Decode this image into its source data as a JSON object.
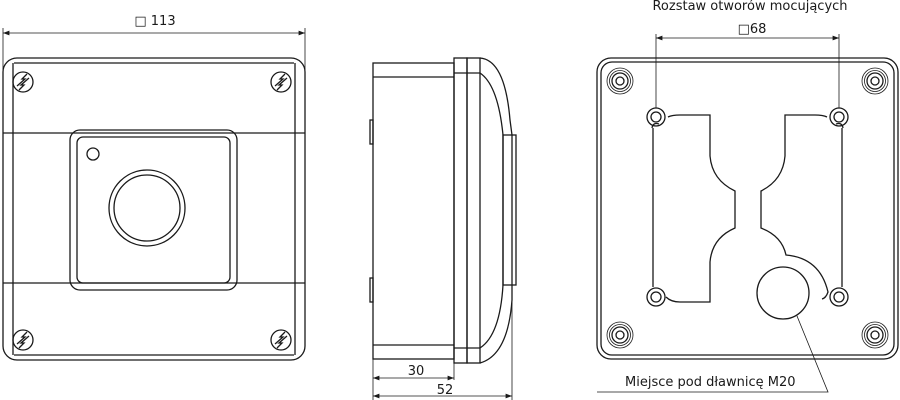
{
  "front_view": {
    "width_dimension": "□ 113"
  },
  "side_view": {
    "depth_body": "30",
    "depth_total": "52"
  },
  "back_view": {
    "title": "Rozstaw otworów mocujących",
    "hole_spacing": "□68",
    "gland_label": "Miejsce pod dławnicę M20"
  }
}
